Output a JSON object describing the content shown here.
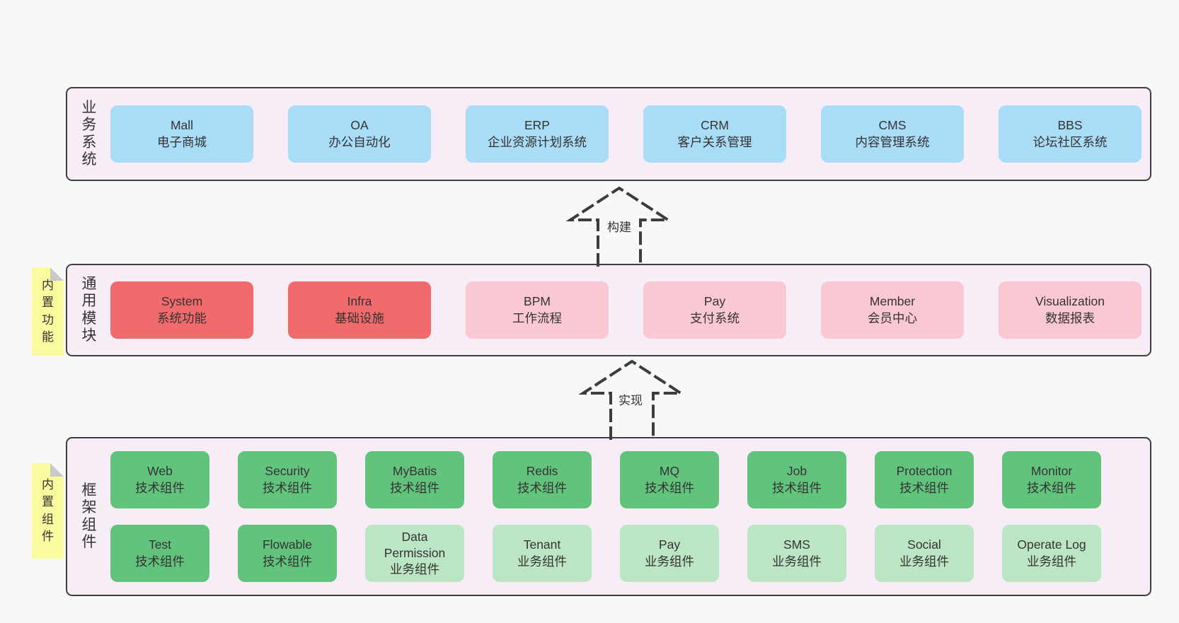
{
  "colors": {
    "background": "#f8f8f8",
    "panel_background": "#f7edf6",
    "panel_border": "#3f3f3f",
    "box_blue": "#a9dcf6",
    "box_red": "#f16b6c",
    "box_pink": "#f9c8d3",
    "box_green": "#62c37d",
    "box_light_green": "#bce5c3",
    "note_yellow": "#fafa9e",
    "note_fold": "#c9c9c9",
    "text": "#333333"
  },
  "layers": [
    {
      "label": "业务系统",
      "note": "",
      "rows": [
        [
          {
            "name": "Mall",
            "desc": "电子商城"
          },
          {
            "name": "OA",
            "desc": "办公自动化"
          },
          {
            "name": "ERP",
            "desc": "企业资源计划系统"
          },
          {
            "name": "CRM",
            "desc": "客户关系管理"
          },
          {
            "name": "CMS",
            "desc": "内容管理系统"
          },
          {
            "name": "BBS",
            "desc": "论坛社区系统"
          }
        ]
      ]
    },
    {
      "label": "通用模块",
      "note": "内置功能",
      "rows": [
        [
          {
            "name": "System",
            "desc": "系统功能"
          },
          {
            "name": "Infra",
            "desc": "基础设施"
          },
          {
            "name": "BPM",
            "desc": "工作流程"
          },
          {
            "name": "Pay",
            "desc": "支付系统"
          },
          {
            "name": "Member",
            "desc": "会员中心"
          },
          {
            "name": "Visualization",
            "desc": "数据报表"
          }
        ]
      ]
    },
    {
      "label": "框架组件",
      "note": "内置组件",
      "rows": [
        [
          {
            "name": "Web",
            "desc": "技术组件"
          },
          {
            "name": "Security",
            "desc": "技术组件"
          },
          {
            "name": "MyBatis",
            "desc": "技术组件"
          },
          {
            "name": "Redis",
            "desc": "技术组件"
          },
          {
            "name": "MQ",
            "desc": "技术组件"
          },
          {
            "name": "Job",
            "desc": "技术组件"
          },
          {
            "name": "Protection",
            "desc": "技术组件"
          },
          {
            "name": "Monitor",
            "desc": "技术组件"
          }
        ],
        [
          {
            "name": "Test",
            "desc": "技术组件"
          },
          {
            "name": "Flowable",
            "desc": "技术组件"
          },
          {
            "name": "Data Permission",
            "desc": "业务组件"
          },
          {
            "name": "Tenant",
            "desc": "业务组件"
          },
          {
            "name": "Pay",
            "desc": "业务组件"
          },
          {
            "name": "SMS",
            "desc": "业务组件"
          },
          {
            "name": "Social",
            "desc": "业务组件"
          },
          {
            "name": "Operate Log",
            "desc": "业务组件"
          }
        ]
      ]
    }
  ],
  "arrows": [
    {
      "label": "构建"
    },
    {
      "label": "实现"
    }
  ]
}
